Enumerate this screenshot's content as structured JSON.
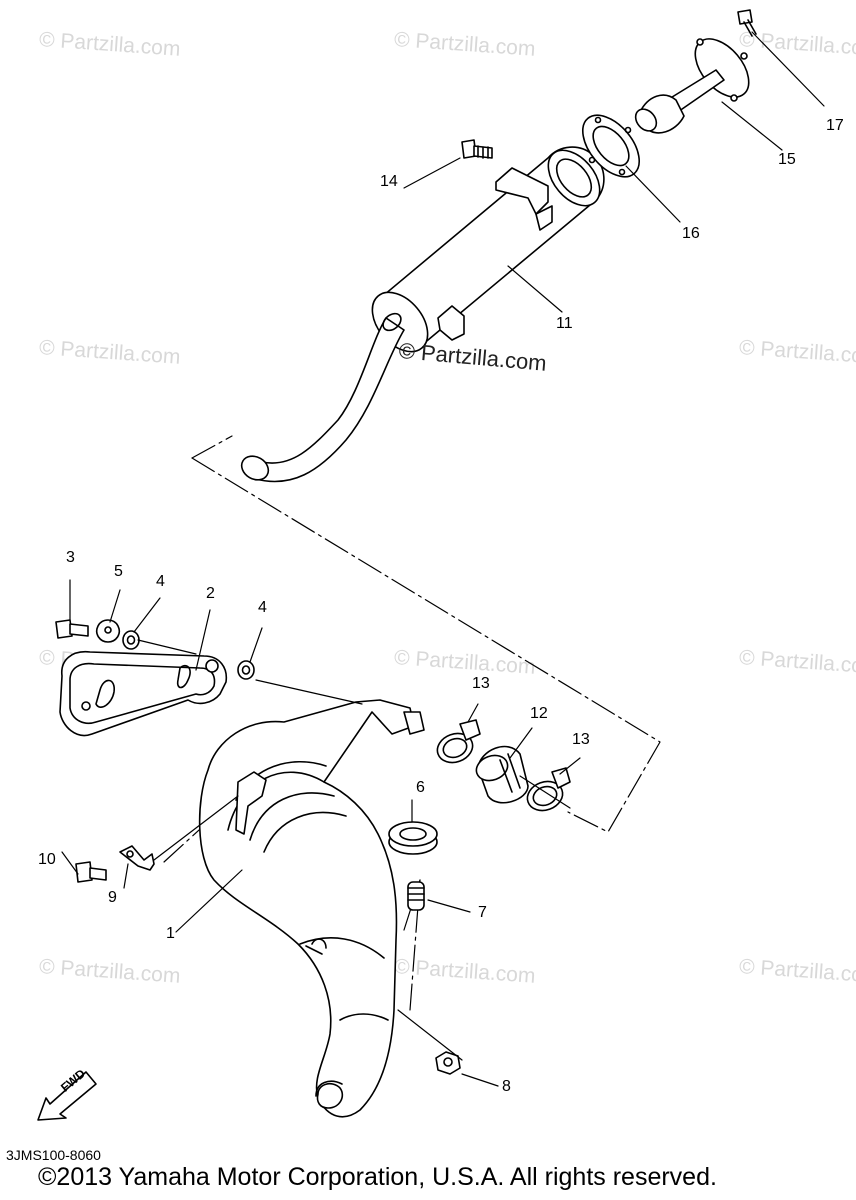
{
  "watermarks": {
    "brand": "© Partzilla.com",
    "center_brand": "© Partzilla.com"
  },
  "callouts": [
    "1",
    "2",
    "3",
    "4",
    "4",
    "5",
    "6",
    "7",
    "8",
    "9",
    "10",
    "11",
    "12",
    "13",
    "13",
    "14",
    "15",
    "16",
    "17"
  ],
  "fwd_label": "FWD",
  "diagram_code": "3JMS100-8060",
  "copyright": "©2013 Yamaha Motor Corporation, U.S.A. All rights reserved.",
  "colors": {
    "line": "#000000",
    "watermark": "#d8d8d8",
    "background": "#ffffff"
  },
  "icons": [
    "fwd-arrow-icon"
  ]
}
